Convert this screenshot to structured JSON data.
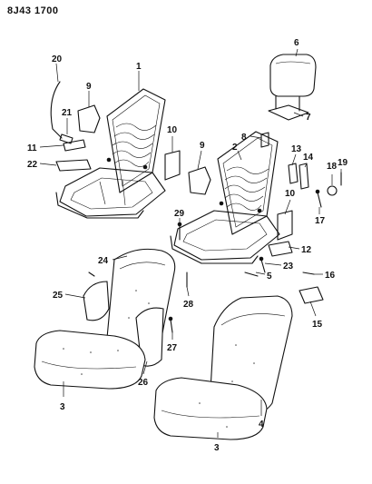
{
  "diagram_code": "8J43 1700",
  "colors": {
    "ink": "#111111",
    "paper": "#ffffff"
  },
  "callouts": [
    "1",
    "2",
    "3",
    "3",
    "4",
    "5",
    "6",
    "7",
    "8",
    "9",
    "9",
    "10",
    "10",
    "11",
    "12",
    "13",
    "14",
    "15",
    "16",
    "17",
    "18",
    "19",
    "20",
    "21",
    "22",
    "23",
    "24",
    "25",
    "26",
    "27",
    "28",
    "29"
  ]
}
